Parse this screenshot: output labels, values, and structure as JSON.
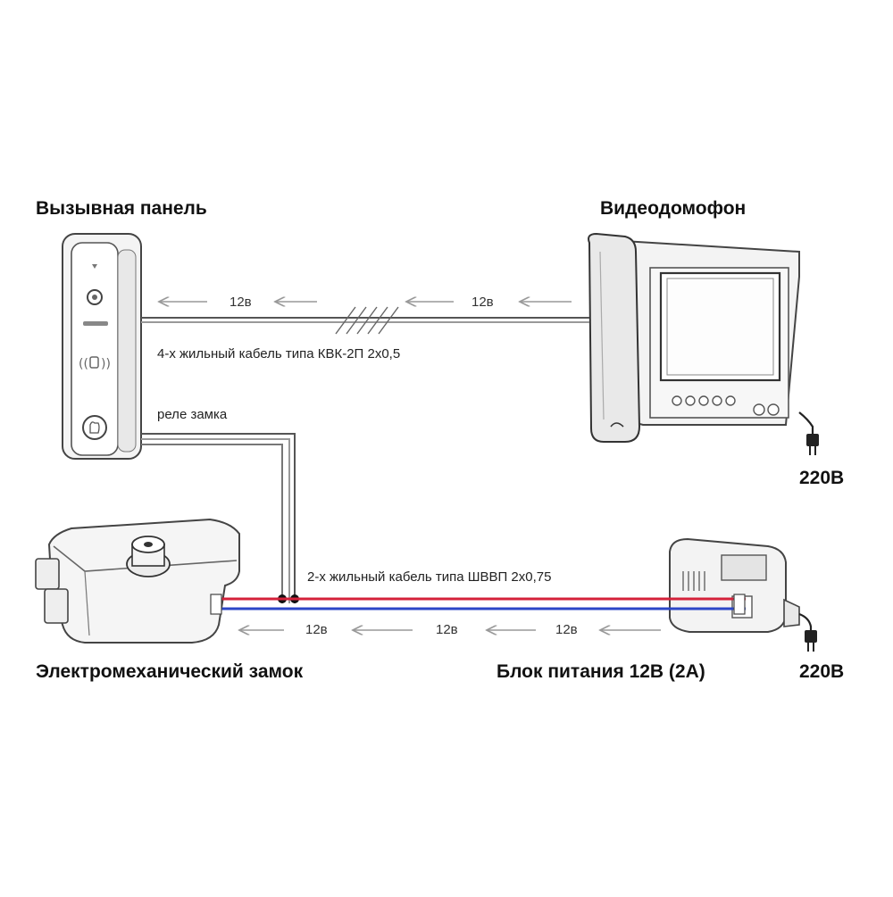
{
  "labels": {
    "call_panel": "Вызывная панель",
    "monitor": "Видеодомофон",
    "lock": "Электромеханический замок",
    "power_supply": "Блок питания 12В (2А)",
    "monitor_mains": "220В",
    "psu_mains": "220В"
  },
  "cables": {
    "signal_cable": "4-х жильный кабель типа КВК-2П 2х0,5",
    "lock_relay": "реле замка",
    "power_cable": "2-х жильный кабель типа ШВВП 2х0,75"
  },
  "currents": {
    "top_left": "12в",
    "top_right": "12в",
    "bottom_left": "12в",
    "bottom_mid": "12в",
    "bottom_right": "12в"
  },
  "colors": {
    "red_wire": "#d4213a",
    "blue_wire": "#2b46c7",
    "grey_wire": "#777777"
  }
}
